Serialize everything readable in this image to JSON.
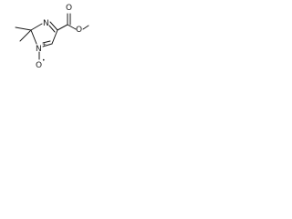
{
  "atoms": {
    "ring_nitrogen": "N",
    "n_oxide_nitrogen": "N",
    "n_oxide_charge": "+",
    "n_oxide_oxygen": "O",
    "n_oxide_oxygen_radical": "•",
    "carbonyl_oxygen": "O",
    "ester_oxygen": "O"
  }
}
